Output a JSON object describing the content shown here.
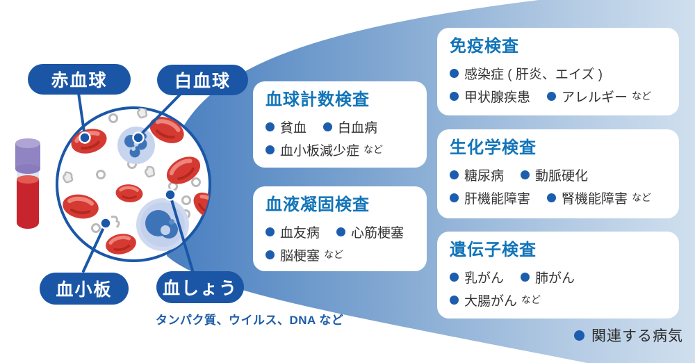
{
  "cell_labels": {
    "red_cell": "赤血球",
    "white_cell": "白血球",
    "platelet": "血小板",
    "plasma": "血しょう"
  },
  "plasma_note": "タンパク質、ウイルス、DNA など",
  "legend": {
    "label": "関連する病気"
  },
  "panels": [
    {
      "title": "血球計数検査",
      "rows": [
        [
          {
            "label": "貧血"
          },
          {
            "label": "白血病"
          }
        ],
        [
          {
            "label": "血小板減少症",
            "suffix": "など"
          }
        ]
      ]
    },
    {
      "title": "血液凝固検査",
      "rows": [
        [
          {
            "label": "血友病"
          },
          {
            "label": "心筋梗塞"
          }
        ],
        [
          {
            "label": "脳梗塞",
            "suffix": "など"
          }
        ]
      ]
    },
    {
      "title": "免疫検査",
      "rows": [
        [
          {
            "label": "感染症 ( 肝炎、エイズ )"
          }
        ],
        [
          {
            "label": "甲状腺疾患"
          },
          {
            "label": "アレルギー",
            "suffix": "など"
          }
        ]
      ]
    },
    {
      "title": "生化学検査",
      "rows": [
        [
          {
            "label": "糖尿病"
          },
          {
            "label": "動脈硬化"
          }
        ],
        [
          {
            "label": "肝機能障害"
          },
          {
            "label": "腎機能障害",
            "suffix": "など"
          }
        ]
      ]
    },
    {
      "title": "遺伝子検査",
      "rows": [
        [
          {
            "label": "乳がん"
          },
          {
            "label": "肺がん"
          }
        ],
        [
          {
            "label": "大腸がん",
            "suffix": "など"
          }
        ]
      ]
    }
  ],
  "colors": {
    "pill_blue": "#1b56a6",
    "title_blue": "#1274b8",
    "bullet_blue": "#1d5dad",
    "body_text": "#333333",
    "funnel_dark": "#4c81c1",
    "funnel_light": "#cfdfee",
    "rbc_red": "#d53a32",
    "wbc_body": "#c7d4ee",
    "wbc_nucleus": "#3d74b7",
    "platelet_gray": "#b9b9b9",
    "tube_cap_purple": "#9184c2",
    "tube_blood_red": "#c8242e"
  }
}
